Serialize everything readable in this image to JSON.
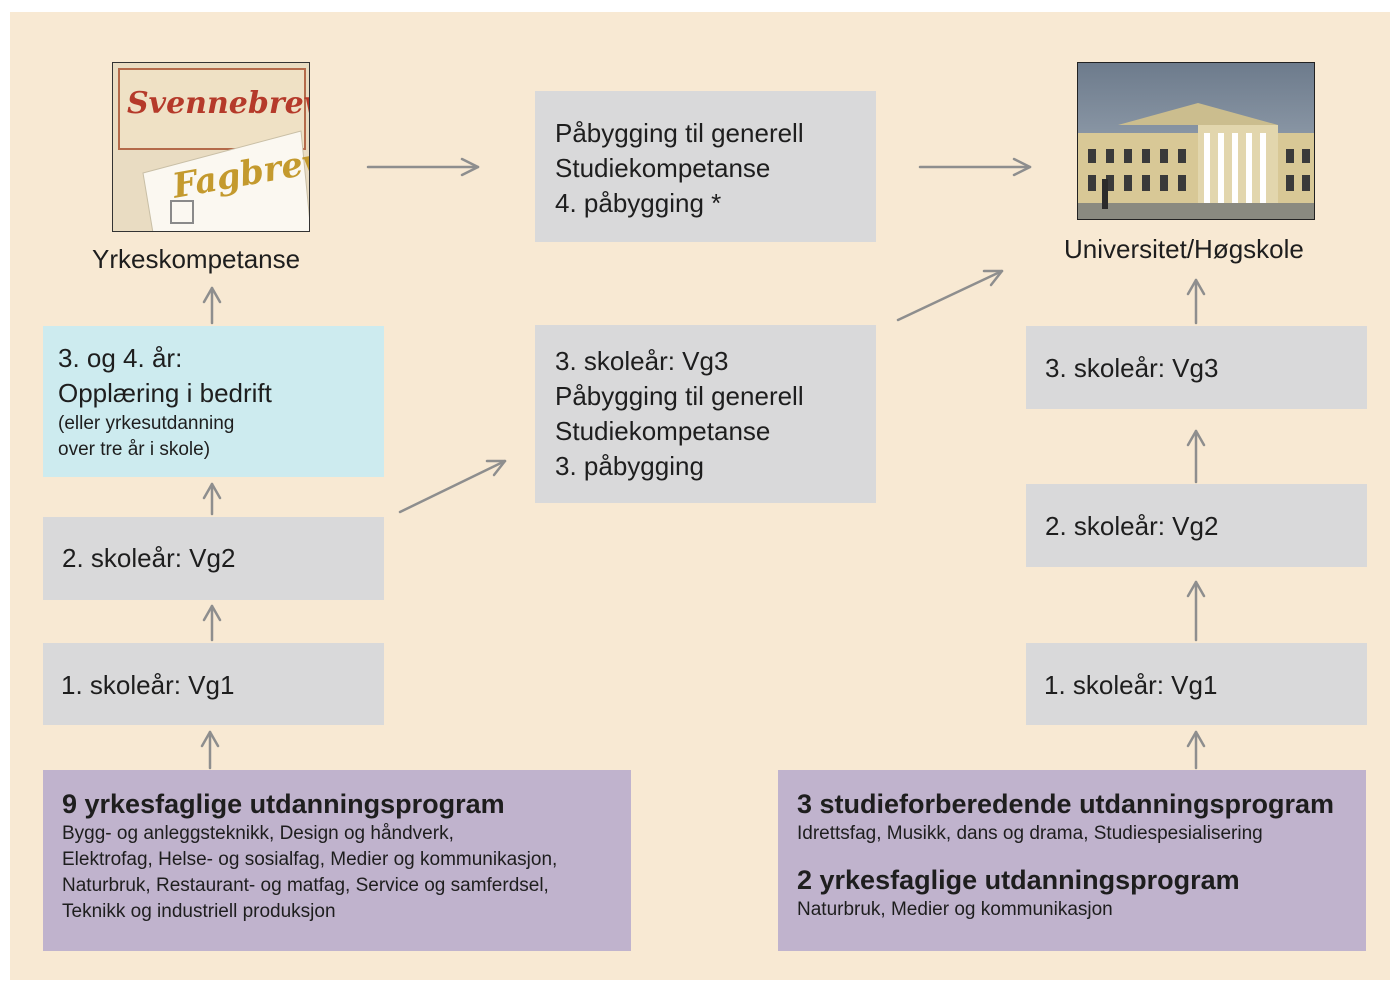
{
  "top": {
    "left_label": "Yrkeskompetanse",
    "right_label": "Universitet/Høgskole",
    "left_image": {
      "svennebrev": "Svennebrev",
      "fagbrev": "Fagbrev"
    },
    "right_image": "university-building-photo"
  },
  "middle": {
    "top_box": [
      "Påbygging til generell",
      "Studiekompetanse",
      "4. påbygging *"
    ],
    "bottom_box": [
      "3. skoleår: Vg3",
      "Påbygging til generell",
      "Studiekompetanse",
      "3. påbygging"
    ]
  },
  "left_column": {
    "year34": {
      "line1": "3. og 4. år:",
      "line2": "Opplæring i bedrift",
      "note1": "(eller yrkesutdanning",
      "note2": "over tre år i skole)"
    },
    "vg2": "2. skoleår: Vg2",
    "vg1": "1. skoleår: Vg1",
    "program_title": "9 yrkesfaglige utdanningsprogram",
    "program_lines": [
      "Bygg- og anleggsteknikk, Design og håndverk,",
      "Elektrofag, Helse- og sosialfag, Medier og kommunikasjon,",
      "Naturbruk, Restaurant- og matfag, Service og samferdsel,",
      "Teknikk og industriell produksjon"
    ]
  },
  "right_column": {
    "vg3": "3. skoleår: Vg3",
    "vg2": "2. skoleår: Vg2",
    "vg1": "1. skoleår: Vg1",
    "program1_title": "3 studieforberedende utdanningsprogram",
    "program1_text": "Idrettsfag, Musikk, dans og drama, Studiespesialisering",
    "program2_title": "2 yrkesfaglige utdanningsprogram",
    "program2_text": "Naturbruk, Medier og kommunikasjon"
  },
  "colors": {
    "background": "#f8e9d3",
    "grey_box": "#d9d9da",
    "teal_box": "#cdebef",
    "purple_box": "#c0b3cd",
    "arrow": "#8e8e8e"
  }
}
